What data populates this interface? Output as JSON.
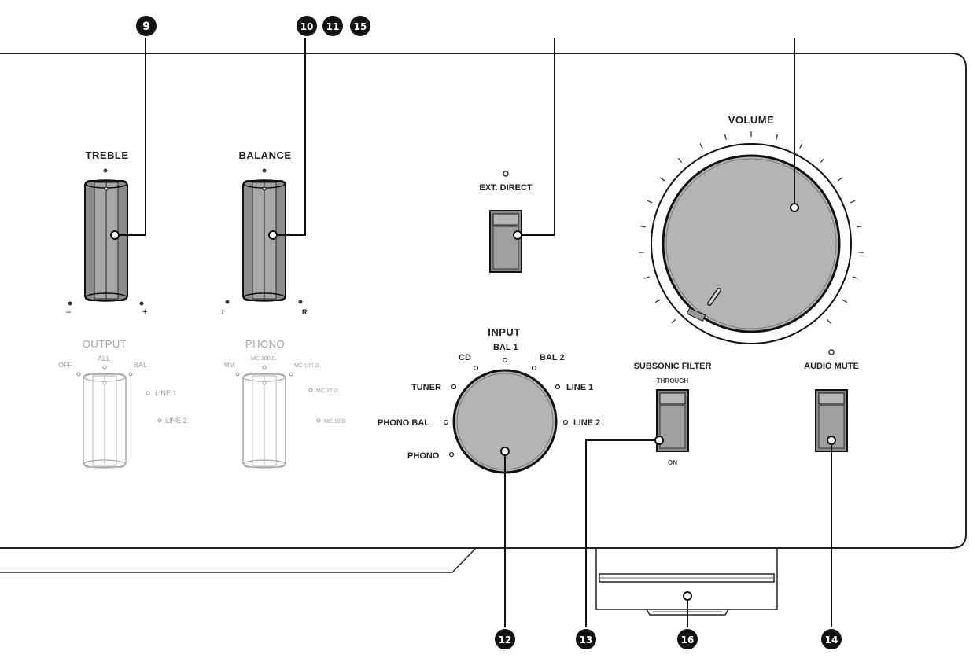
{
  "callouts": {
    "c9": "9",
    "c10": "10",
    "c11": "11",
    "c15": "15",
    "c12": "12",
    "c13": "13",
    "c16": "16",
    "c14": "14"
  },
  "treble": {
    "label": "TREBLE",
    "minus": "–",
    "plus": "+"
  },
  "balance": {
    "label": "BALANCE",
    "left": "L",
    "right": "R"
  },
  "ext_direct": {
    "label": "EXT. DIRECT"
  },
  "volume": {
    "label": "VOLUME"
  },
  "output": {
    "label": "OUTPUT",
    "off": "OFF",
    "all": "ALL",
    "bal": "BAL",
    "line1": "LINE 1",
    "line2": "LINE 2"
  },
  "phono": {
    "label": "PHONO",
    "mm": "MM",
    "mc300": "MC 300 Ω",
    "mc100": "MC 100 Ω",
    "mc30": "MC 30 Ω",
    "mc10": "MC 10 Ω"
  },
  "input": {
    "label": "INPUT",
    "cd": "CD",
    "bal1": "BAL 1",
    "bal2": "BAL 2",
    "tuner": "TUNER",
    "line1": "LINE 1",
    "phono_bal": "PHONO BAL",
    "line2": "LINE 2",
    "phono": "PHONO"
  },
  "subsonic": {
    "label": "SUBSONIC FILTER",
    "through": "THROUGH",
    "on": "ON"
  },
  "audio_mute": {
    "label": "AUDIO MUTE"
  }
}
